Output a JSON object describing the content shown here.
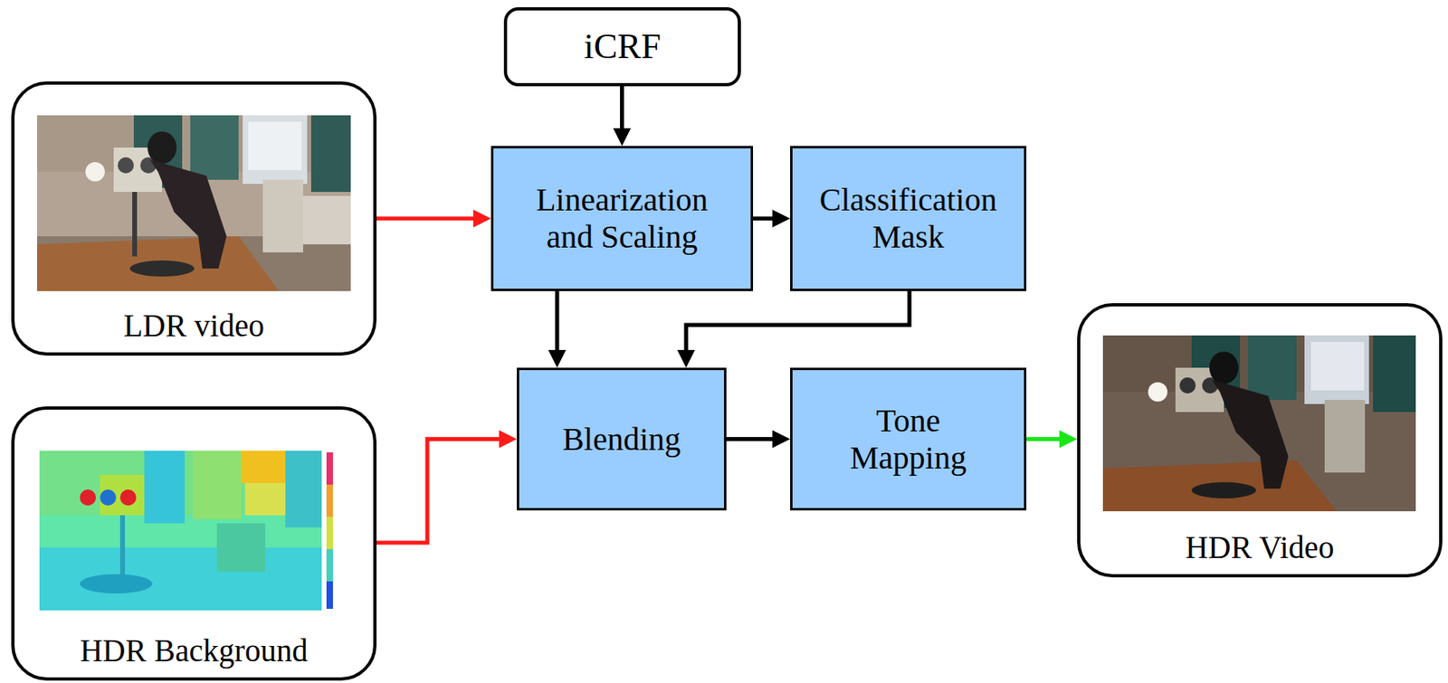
{
  "diagram": {
    "nodes": [
      {
        "text": [
          "iCRF"
        ]
      },
      {
        "text": [
          "LDR video"
        ]
      },
      {
        "text": [
          "Linearization and Scaling"
        ]
      },
      {
        "text": [
          "Classification Mask"
        ]
      },
      {
        "text": [
          "HDR Background"
        ]
      },
      {
        "text": [
          "Blending"
        ]
      },
      {
        "text": [
          "Tone Mapping"
        ]
      },
      {
        "text": [
          "HDR Video"
        ]
      }
    ],
    "edges": [
      {
        "from": 0,
        "to": 2,
        "arrow": "to"
      },
      {
        "from": 1,
        "to": 2,
        "arrow": "to"
      },
      {
        "from": 2,
        "to": 3,
        "arrow": "to"
      },
      {
        "from": 2,
        "to": 5,
        "arrow": "to"
      },
      {
        "from": 3,
        "to": 5,
        "arrow": "to"
      },
      {
        "from": 4,
        "to": 5,
        "arrow": "to"
      },
      {
        "from": 5,
        "to": 6,
        "arrow": "to"
      },
      {
        "from": 6,
        "to": 7,
        "arrow": "to"
      }
    ]
  }
}
